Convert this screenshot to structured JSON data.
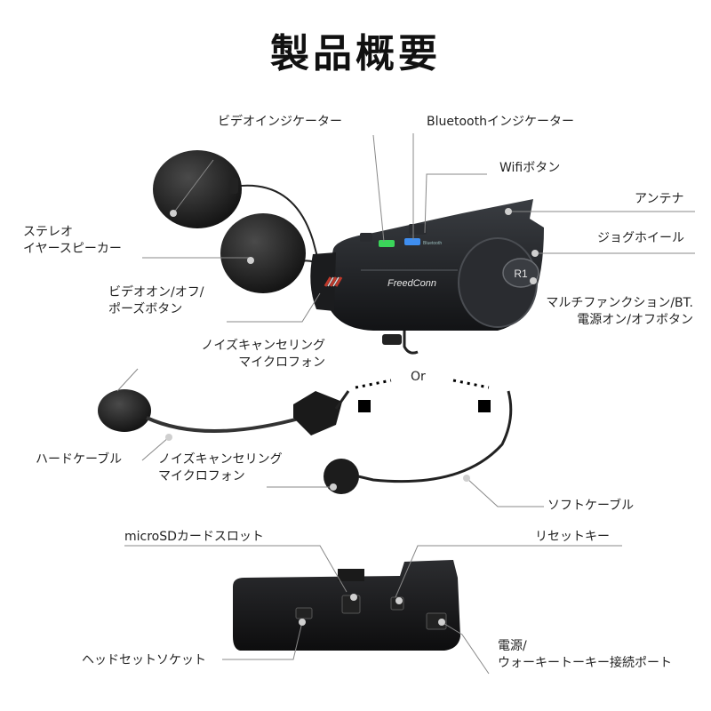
{
  "title": "製品概要",
  "labels": {
    "video_indicator": "ビデオインジケーター",
    "bluetooth_indicator": "Bluetoothインジケーター",
    "wifi_button": "Wifiボタン",
    "antenna": "アンテナ",
    "jog_wheel": "ジョグホイール",
    "multifunction_line1": "マルチファンクション/BT.",
    "multifunction_line2": "電源オン/オフボタン",
    "stereo_line1": "ステレオ",
    "stereo_line2": "イヤースピーカー",
    "video_onoff_line1": "ビデオオン/オフ/",
    "video_onoff_line2": "ポーズボタン",
    "noise_mic_top_line1": "ノイズキャンセリング",
    "noise_mic_top_line2": "マイクロフォン",
    "or": "Or",
    "hard_cable": "ハードケーブル",
    "noise_mic_bottom_line1": "ノイズキャンセリング",
    "noise_mic_bottom_line2": "マイクロフォン",
    "soft_cable": "ソフトケーブル",
    "microsd_slot": "microSDカードスロット",
    "reset_key": "リセットキー",
    "headset_socket": "ヘッドセットソケット",
    "power_port_line1": "電源/",
    "power_port_line2": "ウォーキートーキー接続ポート"
  },
  "device": {
    "brand": "FreedConn",
    "jog_label": "R1",
    "bt_small": "Bluetooth"
  }
}
